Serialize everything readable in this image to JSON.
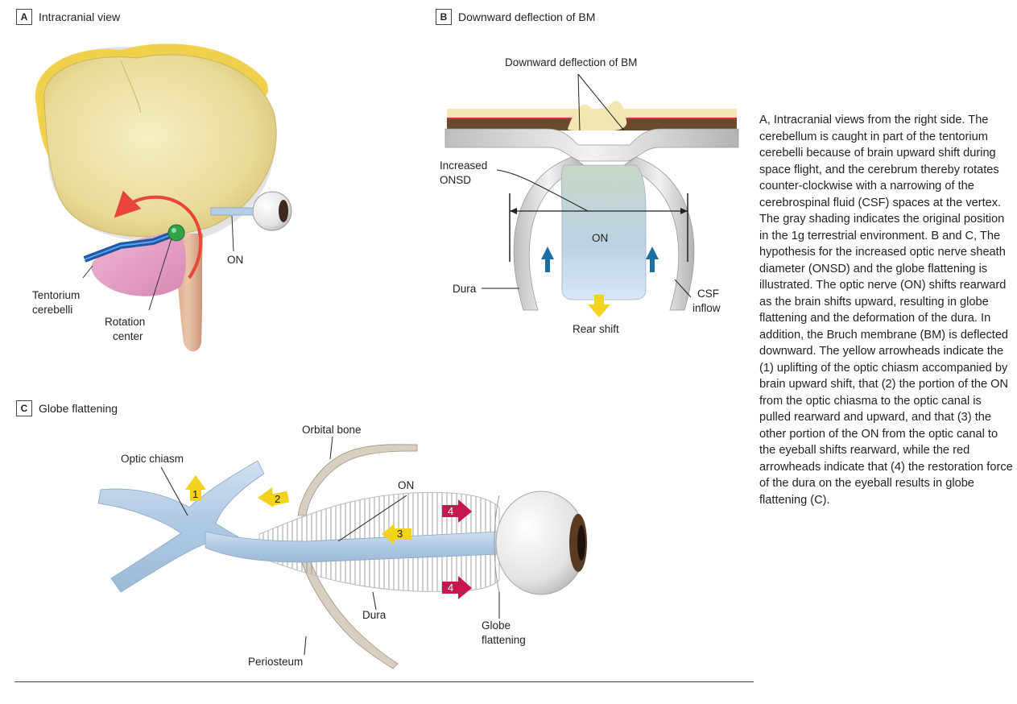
{
  "panels": {
    "A": {
      "letter": "A",
      "title": "Intracranial view",
      "labels": {
        "on": "ON",
        "tentorium_1": "Tentorium",
        "tentorium_2": "cerebelli",
        "rotation_1": "Rotation",
        "rotation_2": "center"
      }
    },
    "B": {
      "letter": "B",
      "title": "Downward deflection of BM",
      "labels": {
        "bm_deflection": "Downward deflection of BM",
        "onsd_1": "Increased",
        "onsd_2": "ONSD",
        "on": "ON",
        "dura": "Dura",
        "csf_1": "CSF",
        "csf_2": "inflow",
        "rear_shift": "Rear shift"
      }
    },
    "C": {
      "letter": "C",
      "title": "Globe flattening",
      "labels": {
        "optic_chiasm": "Optic chiasm",
        "orbital_bone": "Orbital bone",
        "on": "ON",
        "dura": "Dura",
        "periosteum": "Periosteum",
        "globe_1": "Globe",
        "globe_2": "flattening"
      },
      "arrow_numbers": [
        "1",
        "2",
        "3",
        "4",
        "4"
      ]
    }
  },
  "colors": {
    "yellow_arrow": "#f2d21b",
    "red_arrow": "#c8174d",
    "blue_arrow": "#1a6fa5",
    "nerve": "#b7cfe6"
  },
  "caption": "A, Intracranial views from the right side. The cerebellum is caught in part of the tentorium cerebelli because of brain upward shift during space flight, and the cerebrum thereby rotates counter-clockwise with a narrowing of the cerebrospinal fluid (CSF) spaces at the vertex. The gray shading indicates the original position in the 1g terrestrial environment. B and C, The hypothesis for the increased optic nerve sheath diameter (ONSD) and the globe flattening is illustrated. The optic nerve (ON) shifts rearward as the brain shifts upward, resulting in globe flattening and the deformation of the dura. In addition, the Bruch membrane (BM) is deflected downward. The yellow arrowheads indicate the (1) uplifting of the optic chiasm accompanied by brain upward shift, that (2) the portion of the ON from the optic chiasma to the optic canal is pulled rearward and upward, and that (3) the other portion of the ON from the optic canal to the eyeball shifts rearward, while the red arrowheads indicate that (4) the restoration force of the dura on the eyeball results in globe flattening (C)."
}
